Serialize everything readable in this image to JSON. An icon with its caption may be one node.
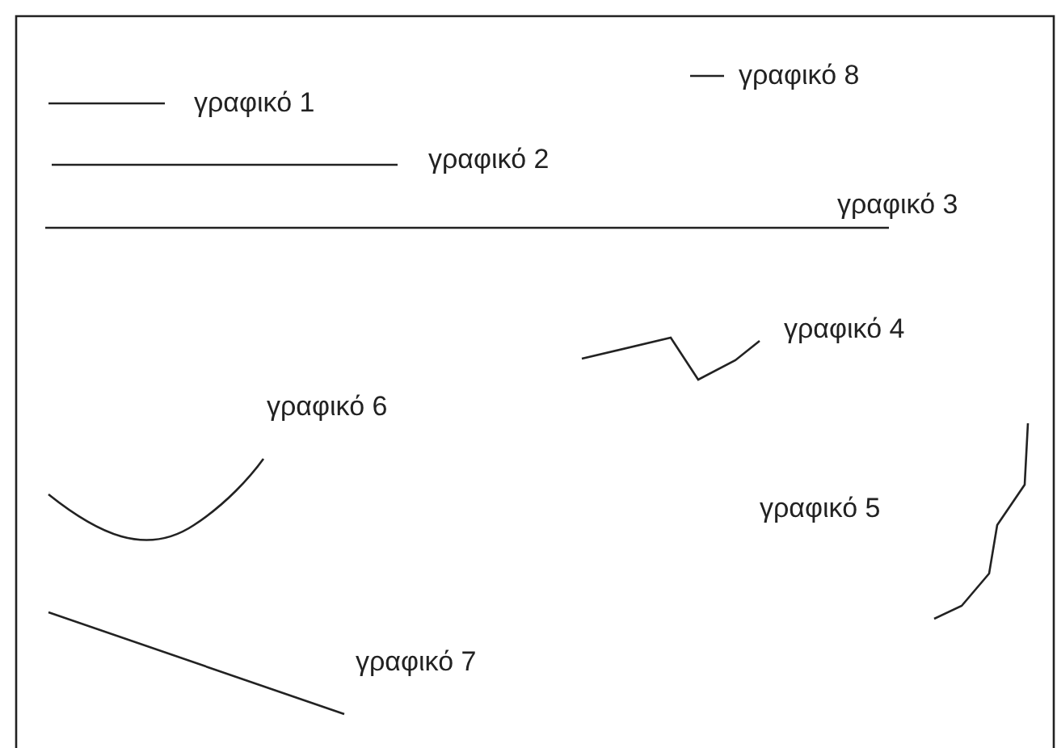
{
  "diagram": {
    "labels": [
      "γραφικό 8",
      "γραφικό 1",
      "γραφικό 2",
      "γραφικό 3",
      "γραφικό 4",
      "γραφικό 6",
      "γραφικό 5",
      "γραφικό 7"
    ]
  }
}
